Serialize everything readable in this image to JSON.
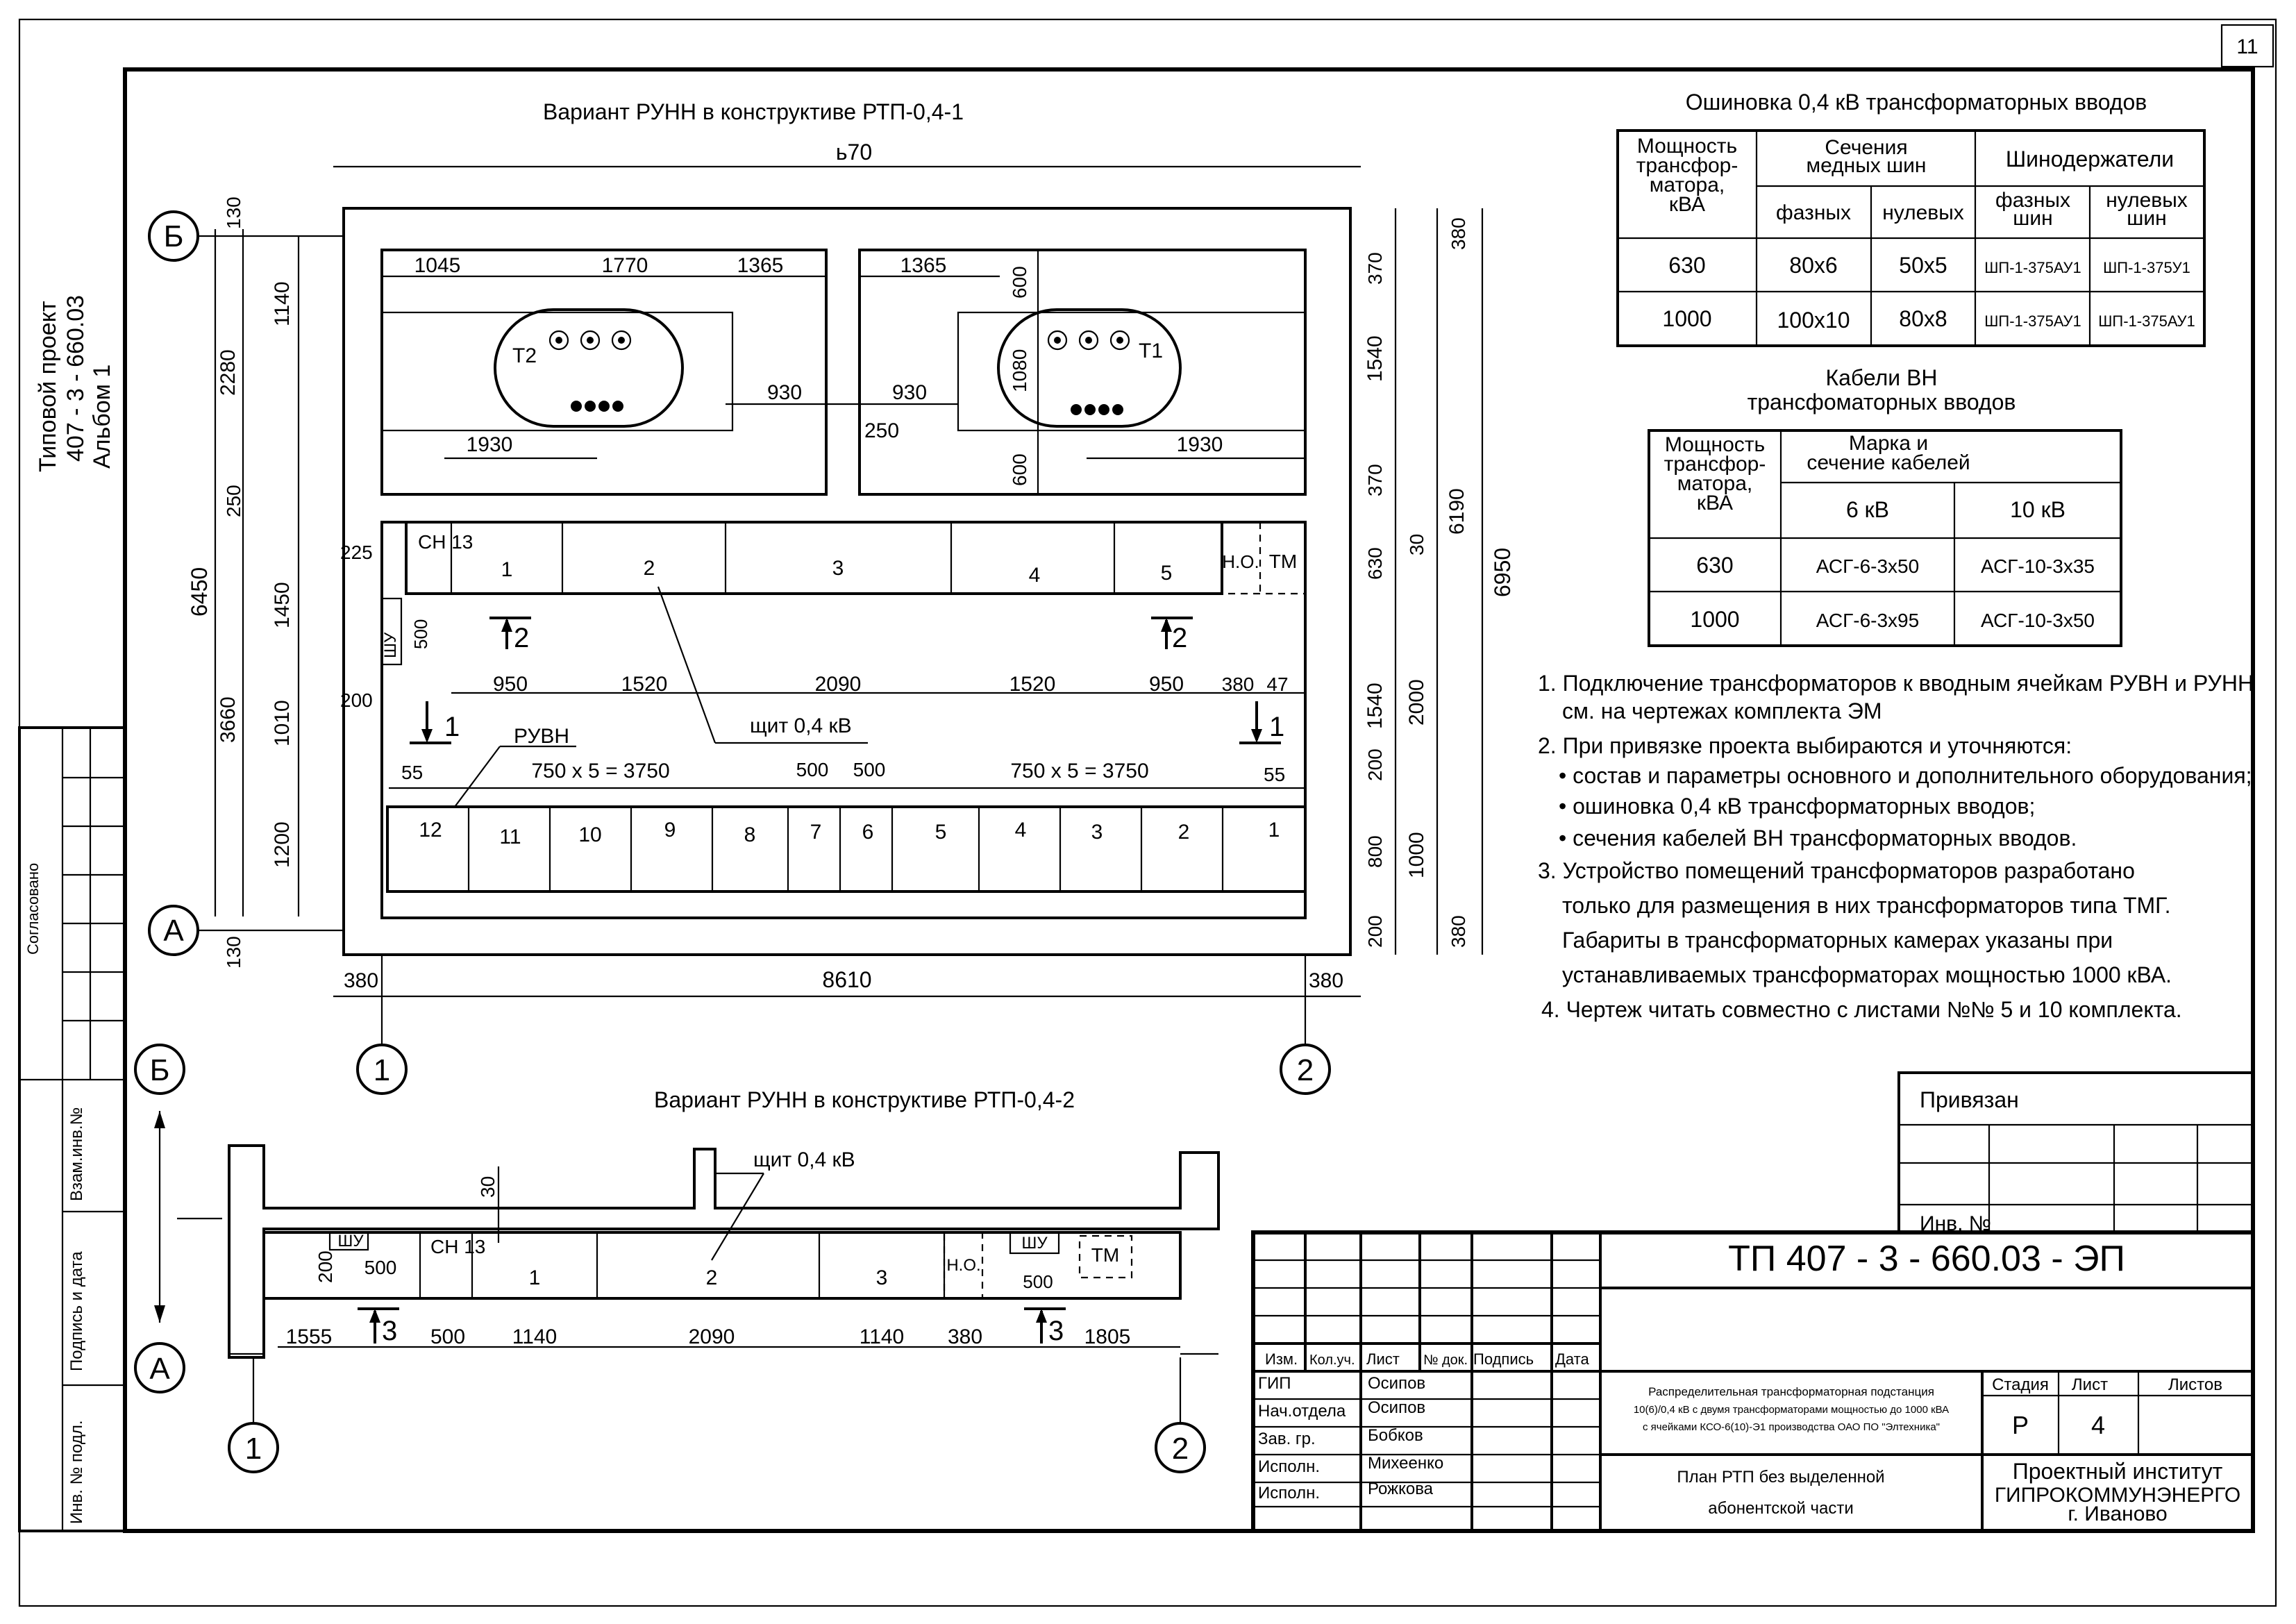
{
  "sheet": {
    "sheet_number": "11"
  },
  "side_label": {
    "line1": "Типовой проект",
    "line2": "407 - 3 - 660.03",
    "line3": "Альбом    1"
  },
  "side_stamp": {
    "agreed": "Согласовано",
    "inv_replace": "Взам.инв.№",
    "sign_date": "Подпись и дата",
    "inv_orig": "Инв. № подл."
  },
  "plan1": {
    "title": "Вариант РУНН в конструктиве РТП-0,4-1",
    "axis_b": "Б",
    "axis_a": "А",
    "axis_1": "1",
    "axis_2": "2",
    "dims_top": {
      "overall": "ь70",
      "t2_left": "1045",
      "t2_mid": "1770",
      "t2_right": "1365",
      "t1_left": "1365",
      "t1_top": "600",
      "t1_mid": "1080",
      "t1_bot": "600",
      "gap_l": "930",
      "gap_r": "930",
      "gap_v": "250",
      "t2_bottom": "1930",
      "t1_bottom": "1930"
    },
    "transformers": {
      "t2": "Т2",
      "t1": "Т1"
    },
    "dims_left": {
      "total": "6450",
      "upper": "2280",
      "lower": "3660",
      "top_off": "130",
      "top_inner": "1140",
      "mid": "250",
      "a": "1450",
      "b": "1010",
      "c": "1200",
      "bot_off": "130",
      "small1": "225",
      "small2": "200",
      "shu": "ШУ",
      "shu_dim": "500"
    },
    "dims_right": {
      "total": "6950",
      "inner": "6190",
      "r380a": "380",
      "r370a": "370",
      "r1540a": "1540",
      "r370b": "370",
      "r630": "630",
      "r30": "30",
      "r1540b": "1540",
      "r2000": "2000",
      "r200": "200",
      "r800": "800",
      "r1000": "1000",
      "r200b": "200",
      "r380b": "380"
    },
    "runn_cells": [
      "СН\n13",
      "1",
      "2",
      "3",
      "4",
      "5"
    ],
    "runn_extra": {
      "no": "Н.О.",
      "tm": "ТМ"
    },
    "cell_dims": [
      "950",
      "1520",
      "2090",
      "1520",
      "950",
      "380",
      "47"
    ],
    "section_marks": {
      "s2": "2",
      "s1": "1"
    },
    "shield": "щит 0,4 кВ",
    "ruvn": {
      "label": "РУВН",
      "left": "750 x 5 = 3750",
      "right": "750 x 5 = 3750",
      "m1": "500",
      "m2": "500",
      "off_l": "55",
      "off_r": "55"
    },
    "ruvn_cells": [
      "12",
      "11",
      "10",
      "9",
      "8",
      "7",
      "6",
      "5",
      "4",
      "3",
      "2",
      "1"
    ],
    "dims_bottom": {
      "left": "380",
      "mid": "8610",
      "right": "380"
    }
  },
  "plan2": {
    "title": "Вариант РУНН в конструктиве РТП-0,4-2",
    "axis_b": "Б",
    "axis_a": "А",
    "axis_1": "1",
    "axis_2": "2",
    "shield": "щит 0,4 кВ",
    "dim_30": "30",
    "cells": {
      "shu_l": "ШУ",
      "shu_l_dim": "500",
      "sn": "СН\n13",
      "c1": "1",
      "c2": "2",
      "c3": "3",
      "no": "Н.О.",
      "shu_r": "ШУ",
      "shu_r_dim": "500",
      "tm": "ТМ"
    },
    "dims": [
      "200",
      "1555",
      "500",
      "1140",
      "2090",
      "1140",
      "380",
      "1805"
    ],
    "section_mark": "3"
  },
  "busbar_table": {
    "title": "Ошиновка 0,4 кВ трансформаторных вводов",
    "h_power": "Мощность\nтрансфор-\nматора,\nкВА",
    "h_section": "Сечения\nмедных шин",
    "h_holders": "Шинодержатели",
    "h_phase": "фазных",
    "h_neutral": "нулевых",
    "h_phase_h": "фазных\nшин",
    "h_neutral_h": "нулевых\nшин",
    "rows": [
      {
        "power": "630",
        "phase": "80х6",
        "neutral": "50х5",
        "ph_holder": "ШП-1-375АУ1",
        "n_holder": "ШП-1-375У1"
      },
      {
        "power": "1000",
        "phase": "100х10",
        "neutral": "80х8",
        "ph_holder": "ШП-1-375АУ1",
        "n_holder": "ШП-1-375АУ1"
      }
    ]
  },
  "cable_table": {
    "title1": "Кабели ВН",
    "title2": "трансфоматорных вводов",
    "h_power": "Мощность\nтрансфор-\nматора,\nкВА",
    "h_brand": "Марка и\nсечение кабелей",
    "h_6": "6 кВ",
    "h_10": "10 кВ",
    "rows": [
      {
        "power": "630",
        "kv6": "АСГ-6-3х50",
        "kv10": "АСГ-10-3х35"
      },
      {
        "power": "1000",
        "kv6": "АСГ-6-3х95",
        "kv10": "АСГ-10-3х50"
      }
    ]
  },
  "notes": [
    "1. Подключение трансформаторов к вводным ячейкам РУВН и РУНН",
    "см. на чертежах комплекта ЭМ",
    "2. При привязке проекта выбираются и уточняются:",
    "• состав и параметры основного и дополнительного оборудования;",
    "• ошиновка 0,4 кВ трансформаторных вводов;",
    "• сечения кабелей ВН трансформаторных вводов.",
    "3. Устройство помещений трансформаторов разработано",
    "только для размещения в них трансформаторов типа ТМГ.",
    "Габариты в трансформаторных камерах указаны при",
    "устанавливаемых трансформаторах мощностью 1000 кВА.",
    "4. Чертеж читать совместно с листами №№ 5 и 10 комплекта."
  ],
  "privyazan": {
    "label": "Привязан",
    "inv": "Инв. №"
  },
  "title_block": {
    "code": "ТП  407 - 3 - 660.03 - ЭП",
    "cols": {
      "izm": "Изм.",
      "kol": "Кол.уч.",
      "list": "Лист",
      "ndoc": "№ док.",
      "sign": "Подпись",
      "date": "Дата"
    },
    "roles": [
      "ГИП",
      "Нач.отдела",
      "Зав. гр.",
      "Исполн.",
      "Исполн."
    ],
    "names": [
      "Осипов",
      "Осипов",
      "Бобков",
      "Михеенко",
      "Рожкова"
    ],
    "description": [
      "Распределительная трансформаторная подстанция",
      "10(6)/0,4 кВ с двумя трансформаторами мощностью  до 1000 кВА",
      "с ячейками КСО-6(10)-Э1 производства ОАО ПО \"Элтехника\""
    ],
    "stage_h": "Стадия",
    "list_h": "Лист",
    "lists_h": "Листов",
    "stage": "Р",
    "list": "4",
    "drawing_name": [
      "План РТП без выделенной",
      "абонентской части"
    ],
    "org": [
      "Проектный институт",
      "ГИПРОКОММУНЭНЕРГО",
      "г. Иваново"
    ]
  }
}
